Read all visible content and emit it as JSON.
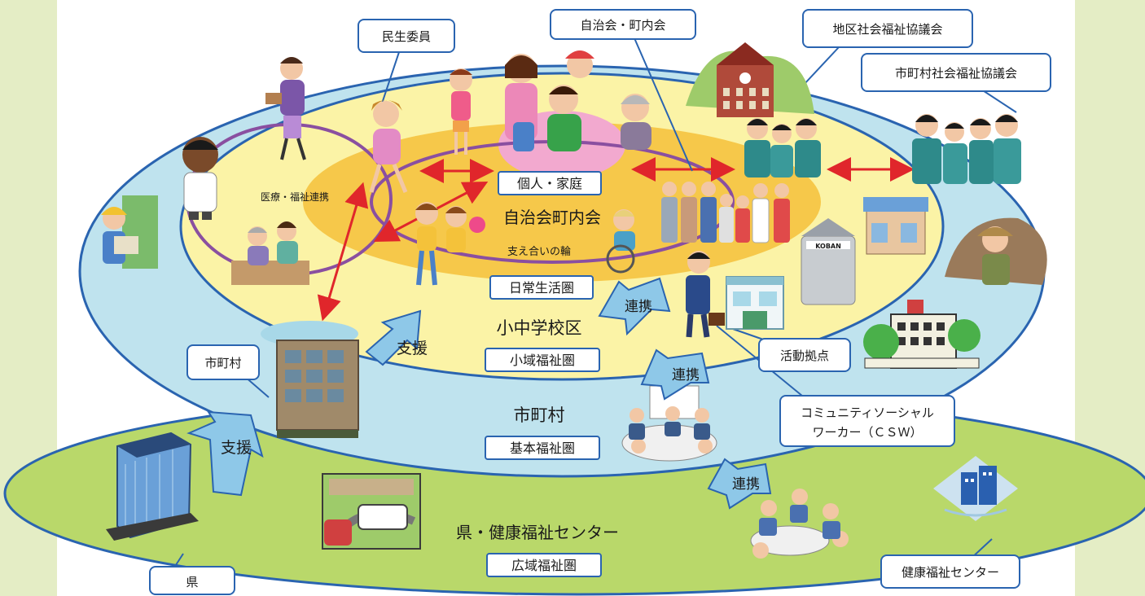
{
  "colors": {
    "bg_side": "#e4edc5",
    "prefecture_zone": "#b9d86a",
    "municipal_zone": "#bfe3ee",
    "school_zone": "#fbf3a6",
    "daily_zone": "#f6c84a",
    "household_zone": "#f2a9cf",
    "ring_line": "#2a64b0",
    "support_ring": "#8a4fa0",
    "arrow_red": "#e0262b",
    "support_arrow": "#8ec8e8"
  },
  "bubbles": {
    "minsei": "民生委員",
    "jichikai": "自治会・町内会",
    "chiku_shakyo": "地区社会福祉協議会",
    "shichoson_shakyo": "市町村社会福祉協議会",
    "shichoson": "市町村",
    "katsudo_kyoten": "活動拠点",
    "csw_line1": "コミュニティソーシャル",
    "csw_line2": "ワーカー（ＣＳＷ）",
    "ken": "県",
    "kenko_center": "健康福祉センター"
  },
  "zones": {
    "kojin_katei": "個人・家庭",
    "jichikai_chonaikai": "自治会町内会",
    "sasaeai": "支え合いの輪",
    "iryo_renkei": "医療・福祉連携",
    "nichijo": "日常生活圏",
    "shochu": "小中学校区",
    "shoiki": "小域福祉圏",
    "shichoson": "市町村",
    "kihon": "基本福祉圏",
    "ken_center": "県・健康福祉センター",
    "koiki": "広域福祉圏"
  },
  "arrows": {
    "shien_1": "支援",
    "shien_2": "支援",
    "renkei_1": "連携",
    "renkei_2": "連携",
    "renkei_3": "連携"
  },
  "illustrations": {
    "building_sign": "KOBAN"
  }
}
